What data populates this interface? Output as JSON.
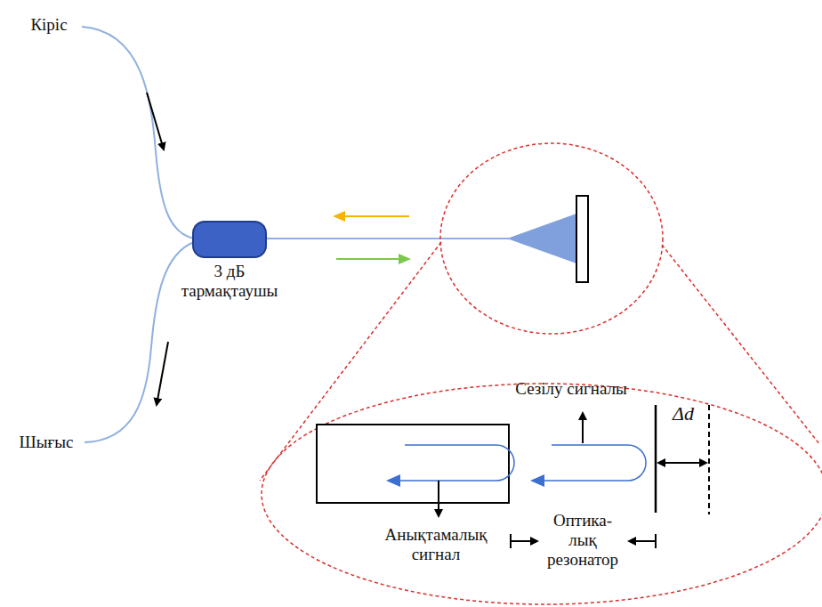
{
  "diagram": {
    "nodes": [
      {
        "text": [
          "3 дБ тармақтаушы"
        ]
      }
    ],
    "edges": [],
    "labels": [
      "Кіріс",
      "Шығыс",
      "Сезілу сигналы",
      "Δd",
      "Анықтамалық сигнал",
      "Оптика- лық резонатор"
    ]
  }
}
